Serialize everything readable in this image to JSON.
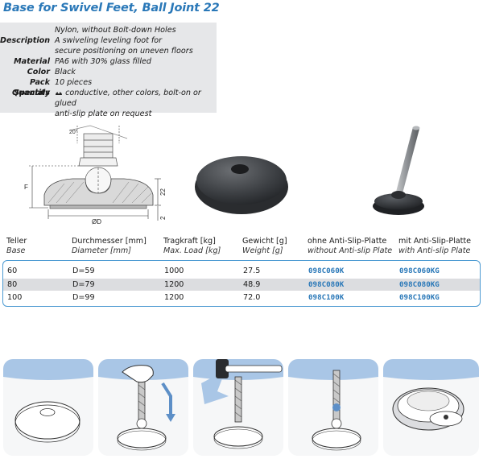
{
  "title": "Base for Swivel Feet, Ball Joint 22",
  "specs": [
    {
      "label": "",
      "lines": [
        "Nylon, without Bolt-down Holes"
      ]
    },
    {
      "label": "Description",
      "lines": [
        "A swiveling leveling foot for",
        "secure positioning on uneven floors"
      ]
    },
    {
      "label": "Material",
      "lines": [
        "PA6 with 30% glass filled"
      ]
    },
    {
      "label": "Color",
      "lines": [
        "Black"
      ]
    },
    {
      "label": "Pack Quantity",
      "lines": [
        "10 pieces"
      ]
    },
    {
      "label": "Specials",
      "icon": "steering-wheel-icon",
      "lines": [
        "conductive, other colors, bolt-on or glued",
        "anti-slip plate on request"
      ]
    }
  ],
  "drawing": {
    "angle_label": "20°",
    "dim_height": "22",
    "dim_plate": "2",
    "dim_diameter": "ØD",
    "dim_f": "F"
  },
  "table": {
    "headers": [
      {
        "de": "Teller",
        "en": "Base"
      },
      {
        "de": "Durchmesser [mm]",
        "en": "Diameter [mm]"
      },
      {
        "de": "Tragkraft [kg]",
        "en": "Max. Load [kg]"
      },
      {
        "de": "Gewicht [g]",
        "en": "Weight [g]"
      },
      {
        "de": "ohne Anti-Slip-Platte",
        "en": "without Anti-slip Plate"
      },
      {
        "de": "mit Anti-Slip-Platte",
        "en": "with Anti-slip Plate"
      }
    ],
    "rows": [
      {
        "base": "60",
        "diameter": "D=59",
        "load": "1000",
        "weight": "27.5",
        "code_without": "098C060K",
        "code_with": "098C060KG"
      },
      {
        "base": "80",
        "diameter": "D=79",
        "load": "1200",
        "weight": "48.9",
        "code_without": "098C080K",
        "code_with": "098C080KG"
      },
      {
        "base": "100",
        "diameter": "D=99",
        "load": "1200",
        "weight": "72.0",
        "code_without": "098C100K",
        "code_with": "098C100KG"
      }
    ]
  },
  "colors": {
    "title": "#2a78b8",
    "panel_blue": "#a9c6e6",
    "spec_bg": "#e6e7e9",
    "table_border": "#4c9ad2"
  },
  "panels": [
    {
      "name": "base-only",
      "icon": "base-disc-icon"
    },
    {
      "name": "insert-bolt",
      "icon": "hand-insert-icon"
    },
    {
      "name": "hammer-in",
      "icon": "hammer-icon"
    },
    {
      "name": "assembled",
      "icon": "assembled-foot-icon"
    },
    {
      "name": "anti-slip-plate",
      "icon": "anti-slip-plate-icon"
    }
  ]
}
